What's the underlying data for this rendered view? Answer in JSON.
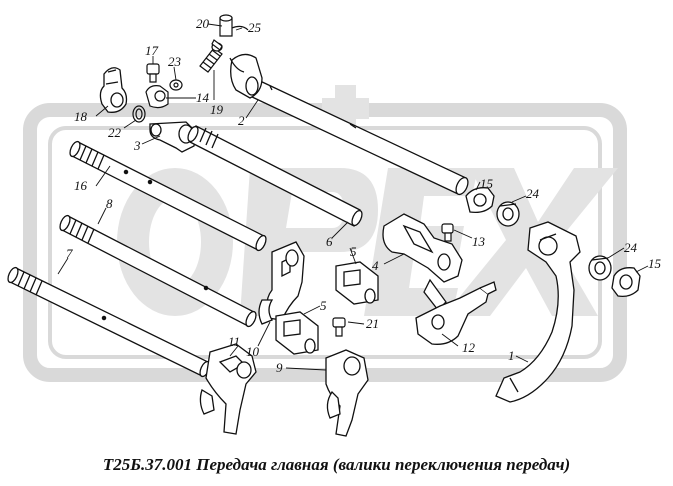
{
  "caption": "Т25Б.37.001 Передача главная (валики переключения передач)",
  "watermark_text": "OPEX",
  "colors": {
    "line": "#111111",
    "watermark": "#d9d9d9"
  },
  "callouts": {
    "c1": "1",
    "c2": "2",
    "c3": "3",
    "c4": "4",
    "c5a": "5",
    "c5b": "5",
    "c6": "6",
    "c7": "7",
    "c8": "8",
    "c9": "9",
    "c10": "10",
    "c11": "11",
    "c12": "12",
    "c13": "13",
    "c14": "14",
    "c15a": "15",
    "c15b": "15",
    "c16": "16",
    "c17": "17",
    "c18": "18",
    "c19": "19",
    "c20": "20",
    "c21": "21",
    "c22": "22",
    "c23": "23",
    "c24a": "24",
    "c24b": "24",
    "c25": "25"
  }
}
